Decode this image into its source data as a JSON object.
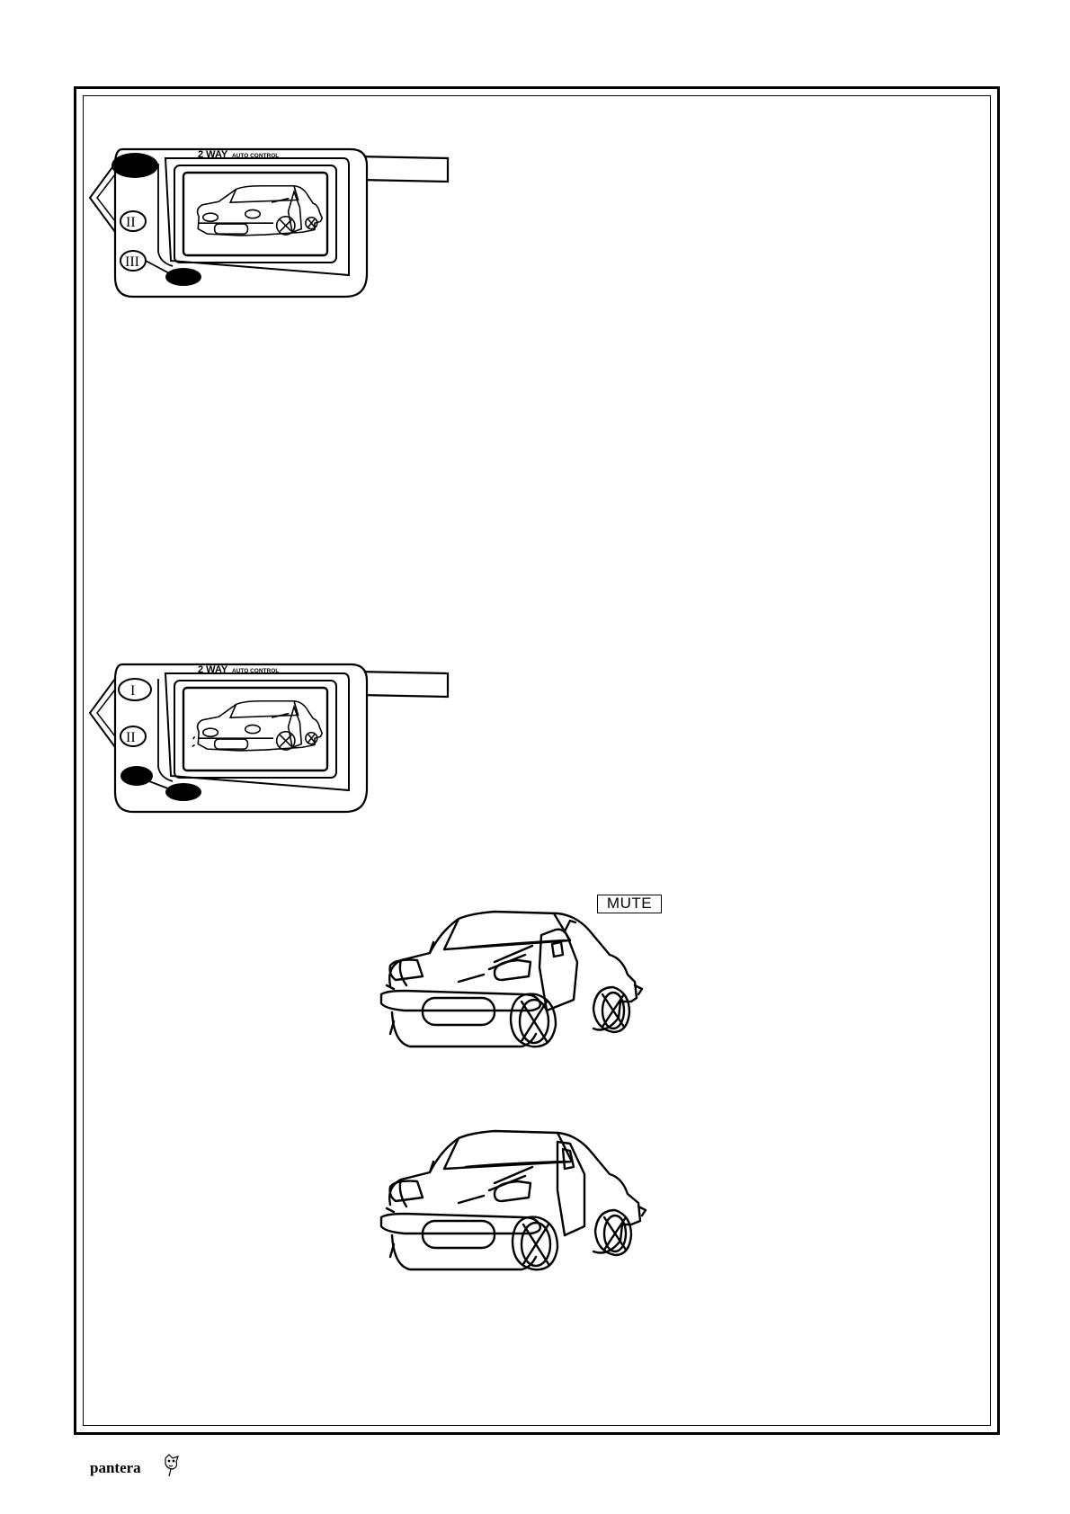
{
  "remote_top": {
    "brand_label_main": "2 WAY",
    "brand_label_sub": "AUTO CONTROL",
    "buttons": [
      {
        "label": "",
        "filled": true
      },
      {
        "label": "II",
        "filled": false
      },
      {
        "label": "III",
        "filled": false
      }
    ],
    "bottom_button_filled": true
  },
  "remote_bottom": {
    "brand_label_main": "2 WAY",
    "brand_label_sub": "AUTO CONTROL",
    "buttons": [
      {
        "label": "I",
        "filled": false
      },
      {
        "label": "II",
        "filled": false
      },
      {
        "label": "",
        "filled": true
      }
    ],
    "bottom_button_filled": true
  },
  "car_mute": {
    "badge_text": "MUTE"
  },
  "logo": {
    "text": "pantera"
  }
}
